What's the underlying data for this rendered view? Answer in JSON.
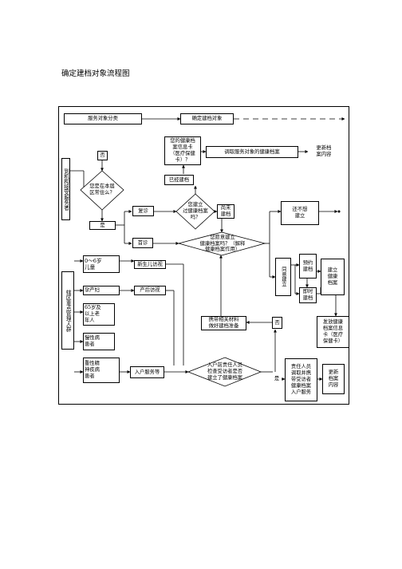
{
  "title": "确定建档对象流程图",
  "header": {
    "left": "服务对象分类",
    "right": "确定建档对象"
  },
  "left_column": {
    "registered": "到机构接受服务者",
    "district": "辖区重点管理人群"
  },
  "nodes": {
    "no_top": "否",
    "resident_question": "您是在本届\n区常住么？",
    "yes": "是",
    "has_card": "您的健康档\n案信息卡\n（医疗保健\n卡）？",
    "fetch_record": "调取服务对象的健康档案",
    "update_top": "更新档\n案内容",
    "already": "已经建档",
    "revisit": "复诊",
    "built_question": "您建立\n过健康档案\n吗？",
    "not_built": "尚未\n建档",
    "no_want": "还不想\n建立",
    "first_visit": "首诊",
    "want_question": "您愿意建立\n健康档案吗？（解释\n健康档案作用）",
    "child": "0～6岁\n儿童",
    "newborn": "新生儿访视",
    "pregnant": "孕产妇",
    "postpartum": "产后访视",
    "elder": "65岁及\n以上老\n年人",
    "chronic": "慢性病\n患者",
    "mental": "重性精\n神疾病\n患者",
    "agree": "同意建立",
    "booked": "预约\n建档",
    "instant": "即时\n建档",
    "build_record": "建立\n健康\n档案",
    "bring_material": "携带相关材料\n做好建档准备",
    "no_mid": "否",
    "issue_card": "发放健康\n档案信息\n卡（医疗\n保健卡）",
    "home_service": "入户服务等",
    "home_question": "入户前责任人员\n检查受访者是否\n建立了健康档案",
    "yes_bottom": "是",
    "staff_fetch": "责任人员\n调取并携\n带受访者\n健康档案\n入户服务",
    "update_bottom": "更新\n档案\n内容"
  }
}
